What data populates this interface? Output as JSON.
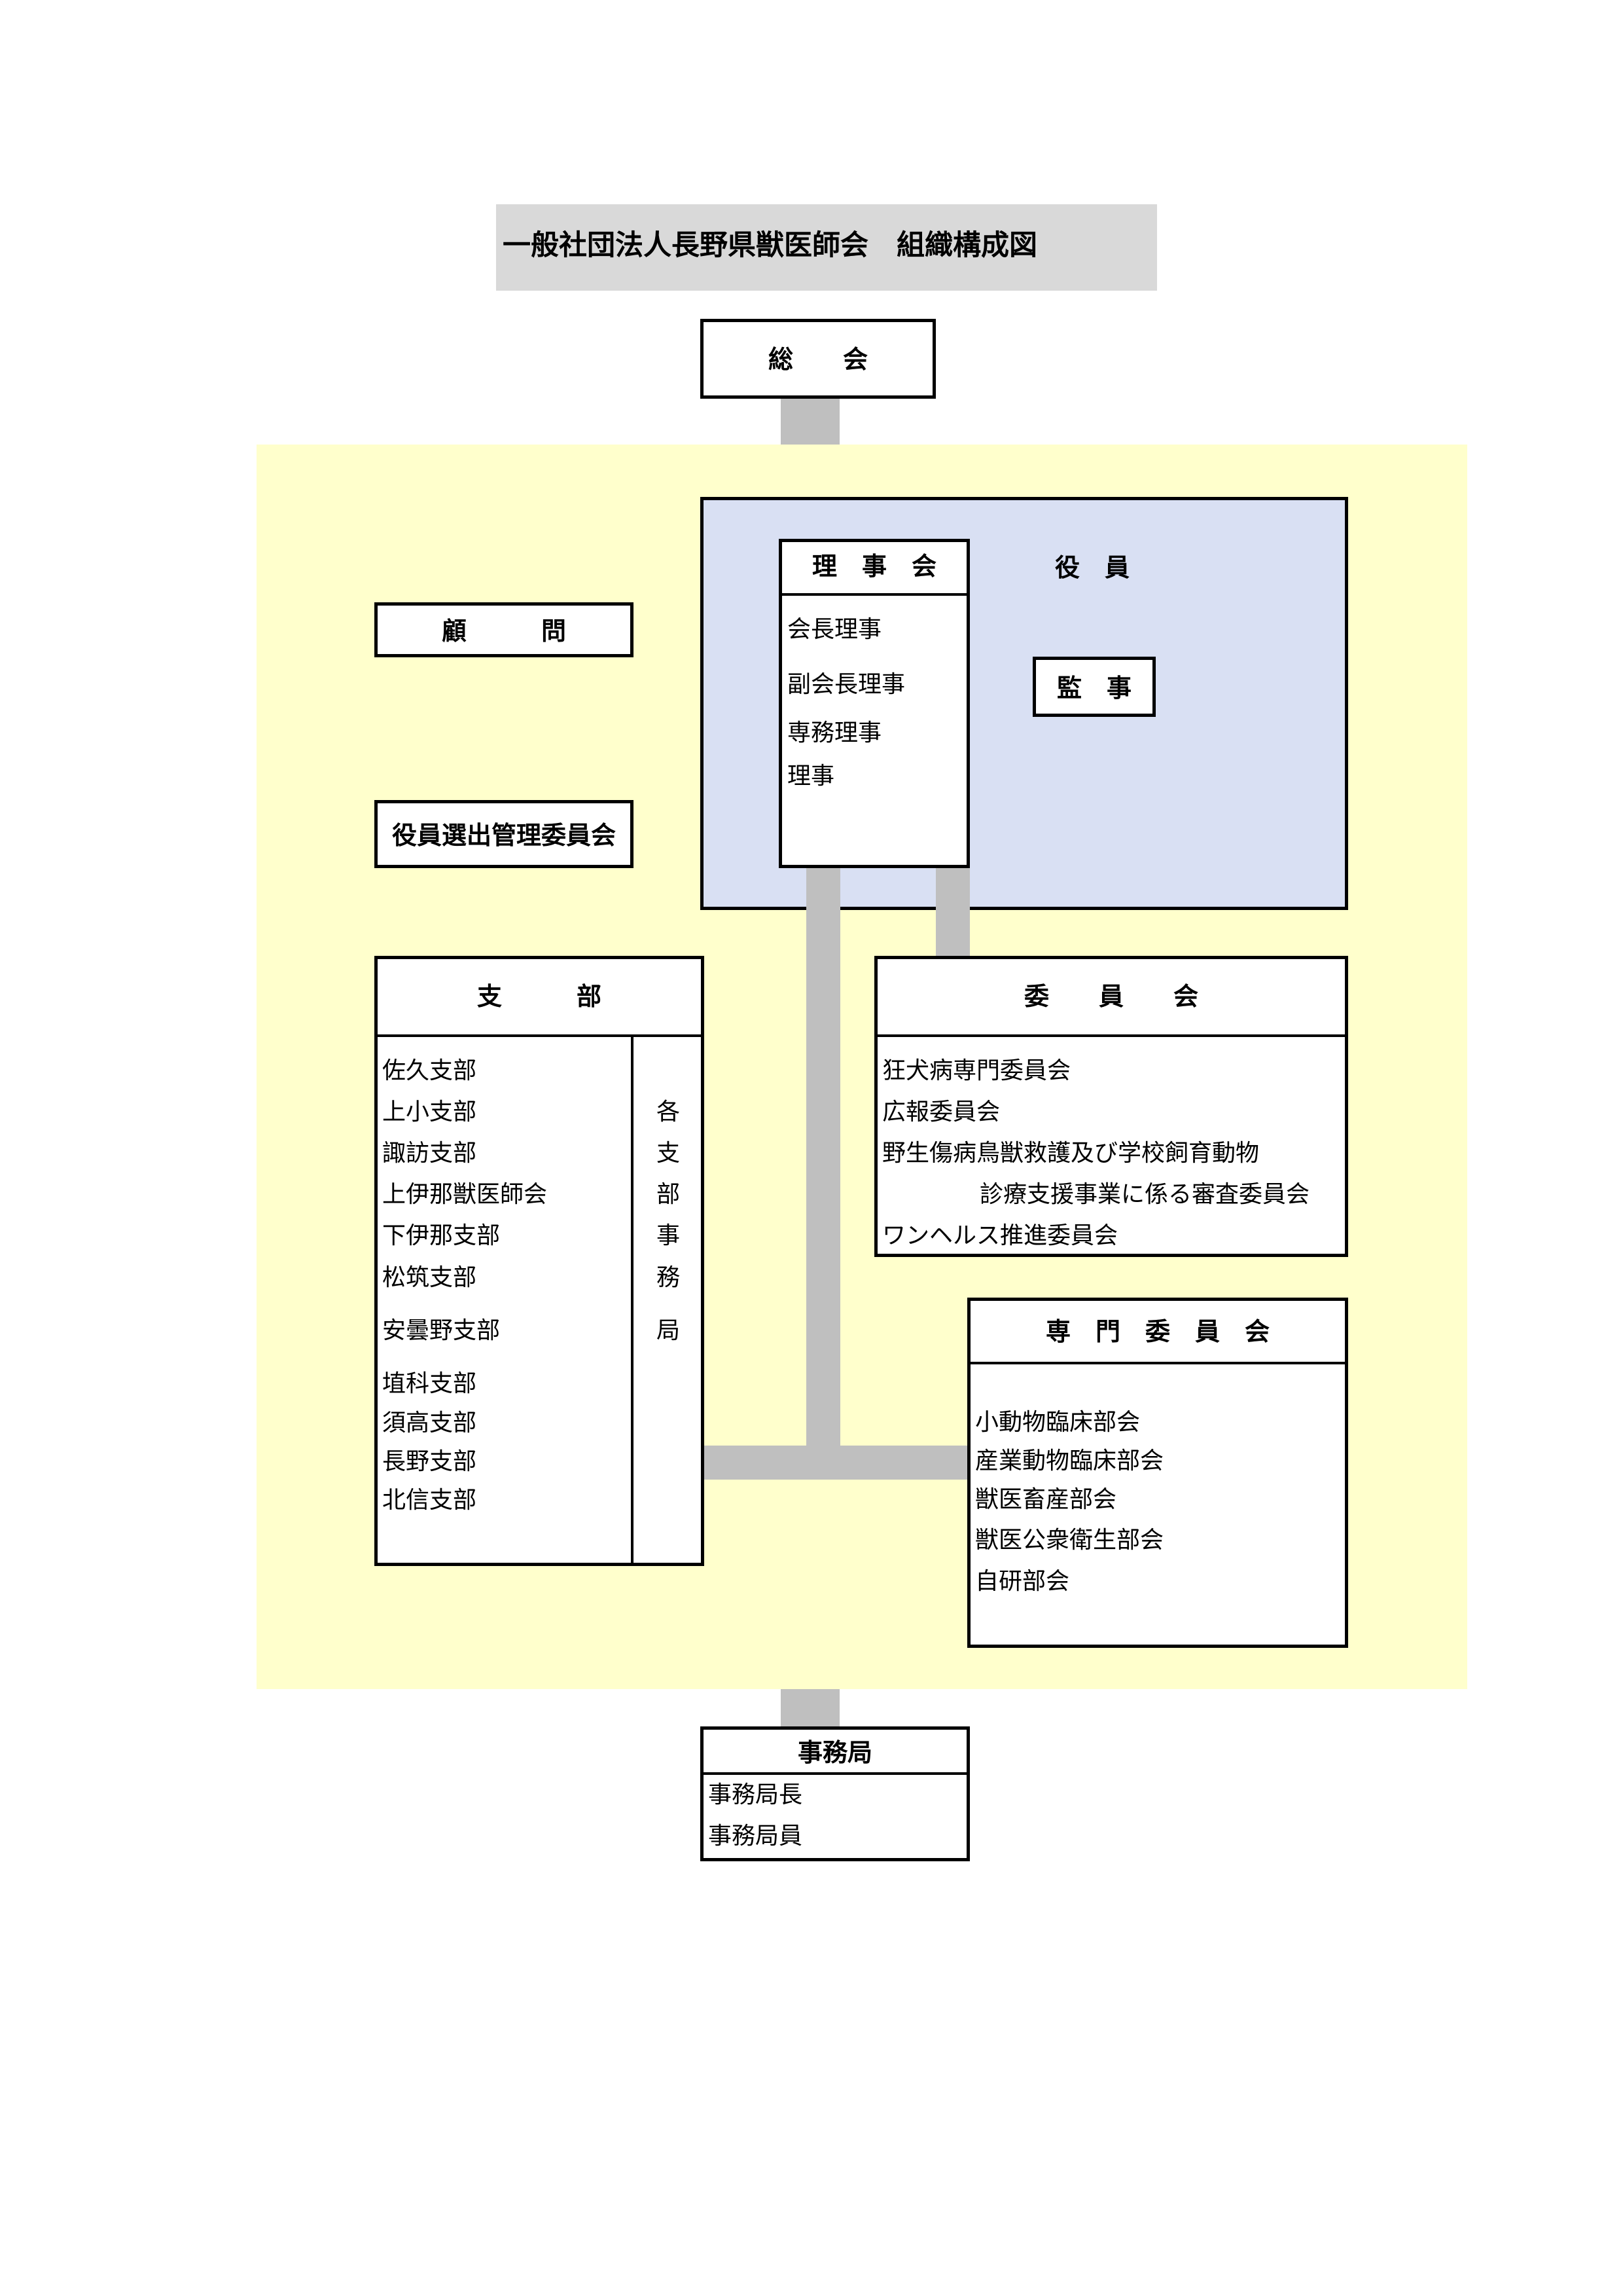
{
  "title": "一般社団法人長野県獣医師会　組織構成図",
  "general_assembly": "総　　会",
  "advisor": "顧　　　問",
  "election_committee": "役員選出管理委員会",
  "officers_label": "役　員",
  "board": {
    "title": "理　事　会",
    "members": [
      "会長理事",
      "副会長理事",
      "専務理事",
      "理事"
    ]
  },
  "auditor": "監　事",
  "branches": {
    "title": "支　　　部",
    "items": [
      "佐久支部",
      "上小支部",
      "諏訪支部",
      "上伊那獣医師会",
      "下伊那支部",
      "松筑支部",
      "安曇野支部",
      "埴科支部",
      "須高支部",
      "長野支部",
      "北信支部"
    ],
    "office_chars": [
      "各",
      "支",
      "部",
      "事",
      "務",
      "局"
    ]
  },
  "committees": {
    "title": "委　　員　　会",
    "items": [
      "狂犬病専門委員会",
      "広報委員会",
      "野生傷病鳥獣救護及び学校飼育動物",
      "診療支援事業に係る審査委員会",
      "ワンヘルス推進委員会"
    ]
  },
  "expert_committees": {
    "title": "専　門　委　員　会",
    "items": [
      "小動物臨床部会",
      "産業動物臨床部会",
      "獣医畜産部会",
      "獣医公衆衛生部会",
      "自研部会"
    ]
  },
  "secretariat": {
    "title": "事務局",
    "items": [
      "事務局長",
      "事務局員"
    ]
  },
  "colors": {
    "title_bg": "#d9d9d9",
    "org_bg": "#ffffcc",
    "officers_bg": "#d9e0f3",
    "connector": "#bfbfbf"
  }
}
